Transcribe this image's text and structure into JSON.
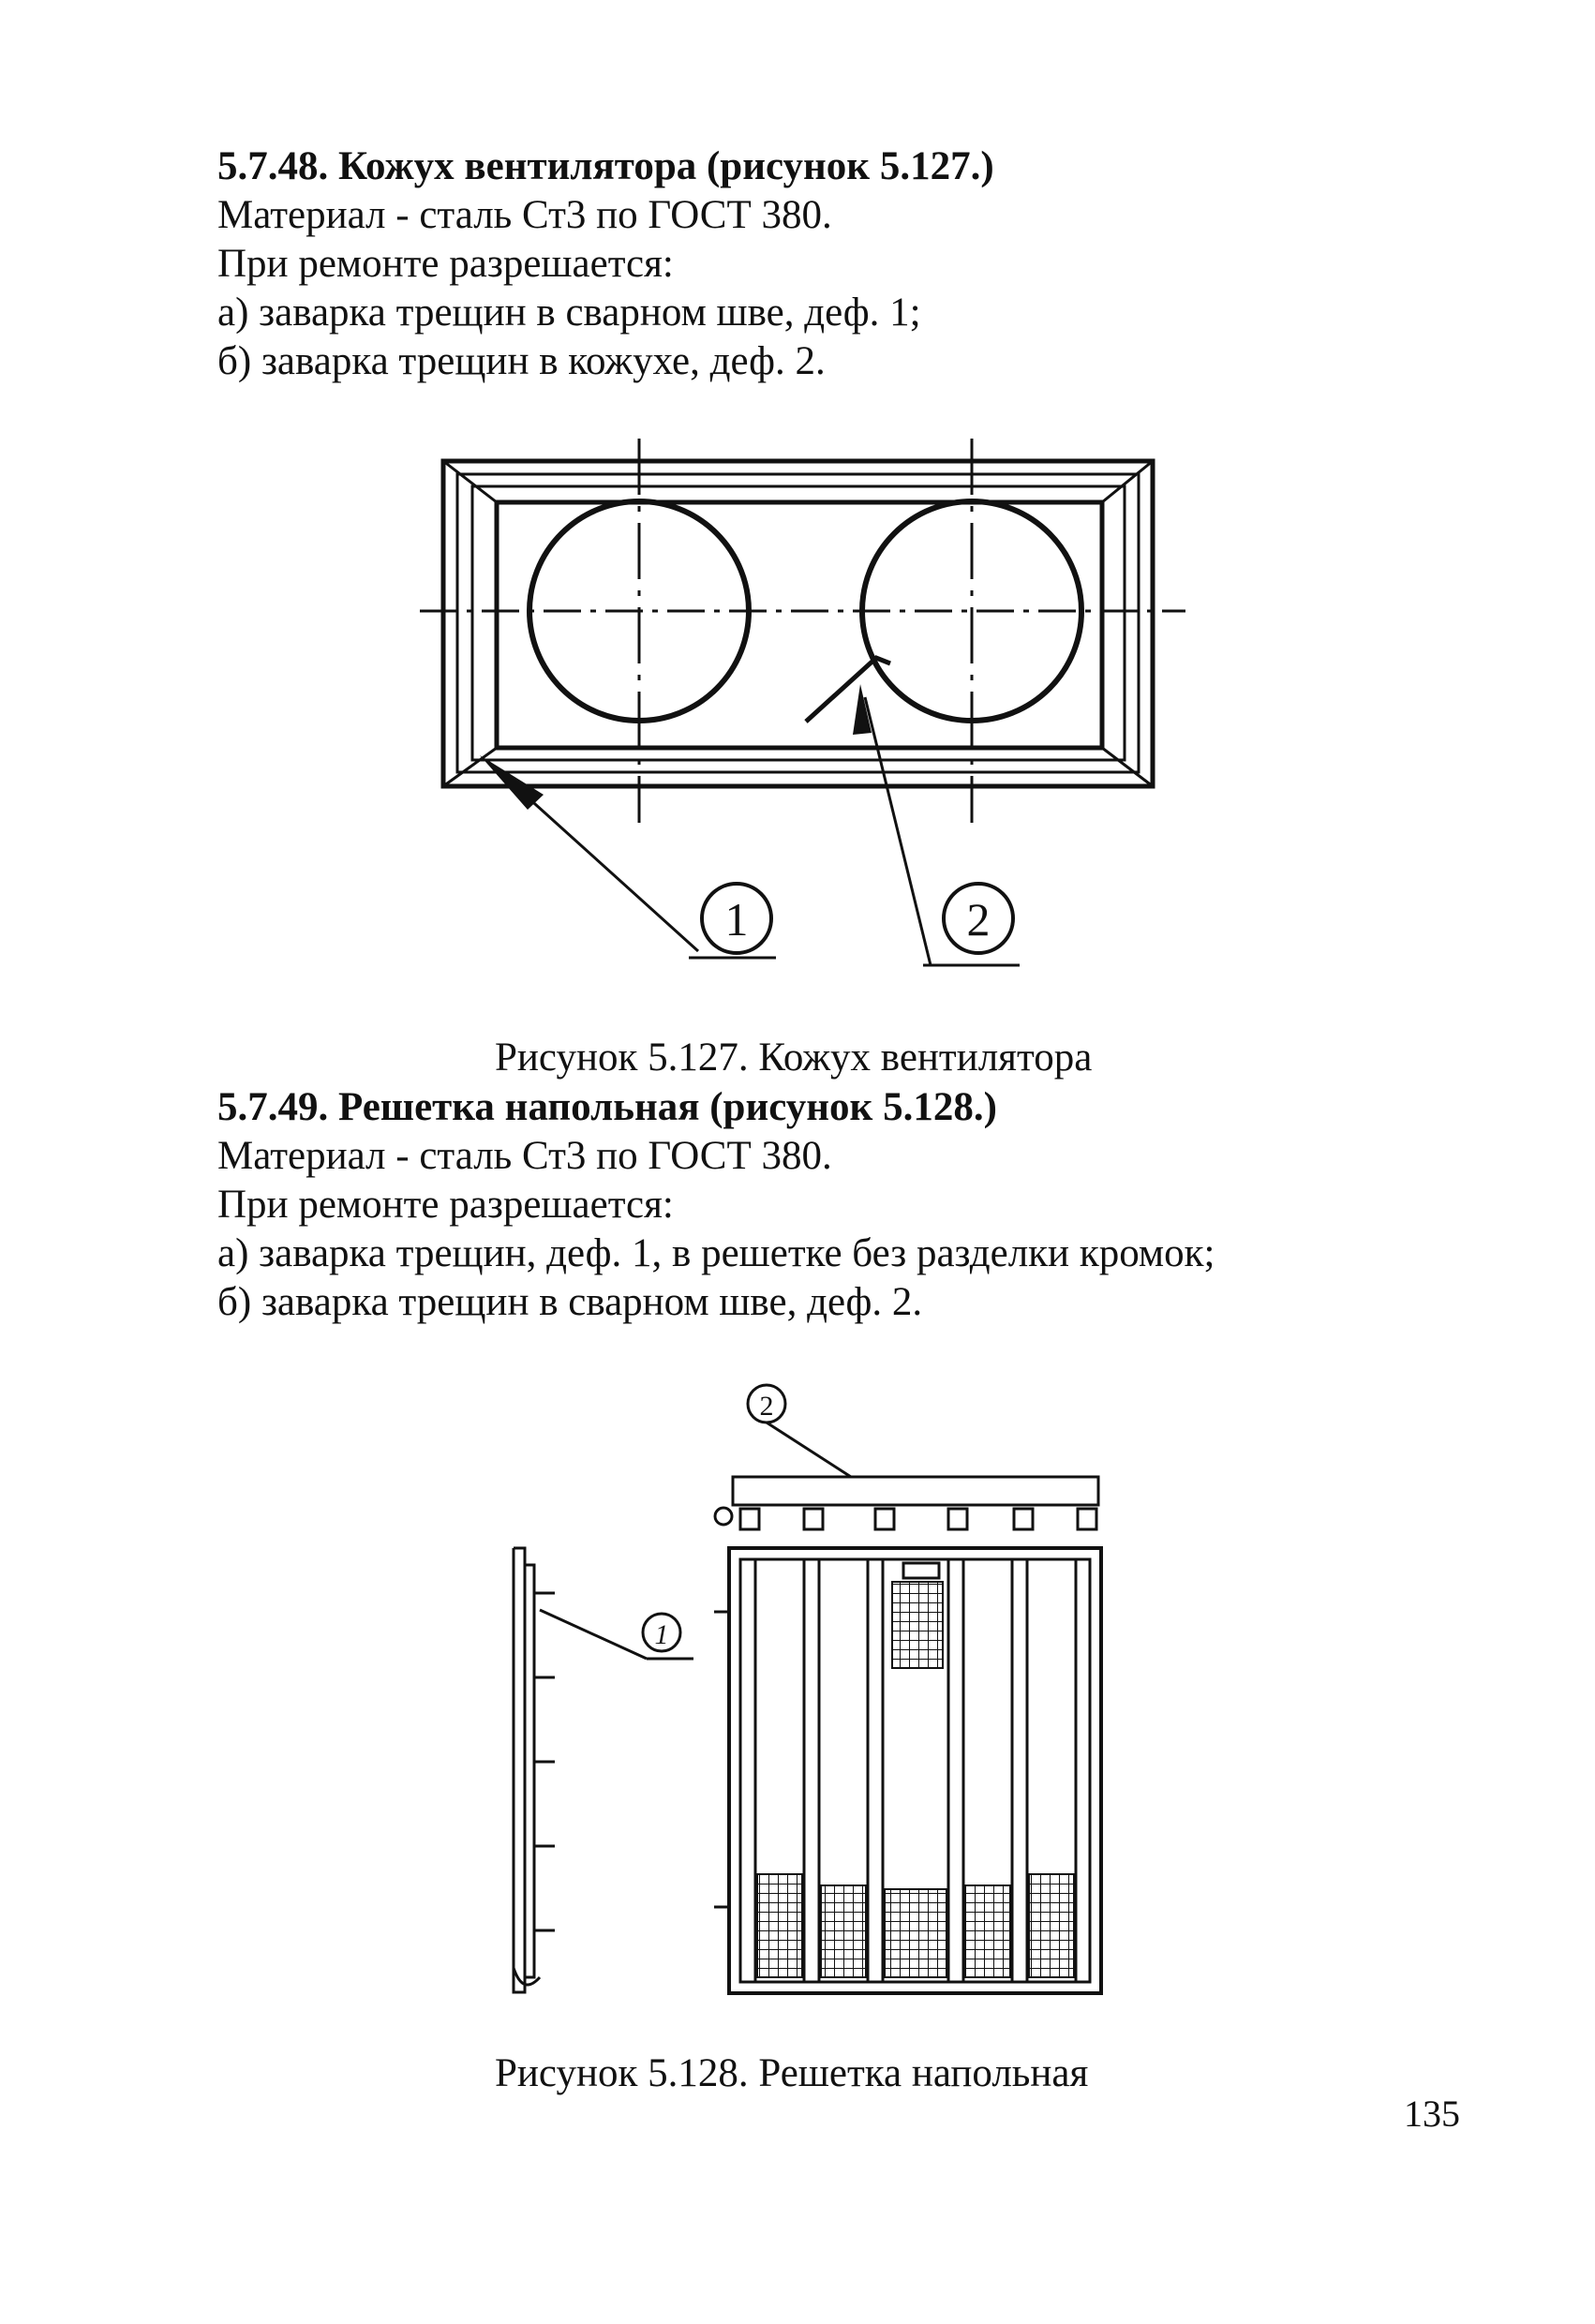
{
  "section1": {
    "heading": "5.7.48. Кожух вентилятора (рисунок 5.127.)",
    "lines": [
      "Материал - сталь Ст3 по ГОСТ 380.",
      "При ремонте разрешается:",
      "а) заварка трещин в сварном шве, деф. 1;",
      "б) заварка трещин в кожухе, деф. 2."
    ]
  },
  "figure1": {
    "callouts": [
      "1",
      "2"
    ],
    "caption": "Рисунок 5.127. Кожух вентилятора"
  },
  "section2": {
    "heading": "5.7.49. Решетка напольная (рисунок 5.128.)",
    "lines": [
      "Материал - сталь Ст3 по ГОСТ 380.",
      "При ремонте разрешается:",
      "а) заварка трещин, деф. 1, в решетке без разделки кромок;",
      "б) заварка трещин в сварном шве, деф. 2."
    ]
  },
  "figure2": {
    "callouts": [
      "1",
      "2"
    ],
    "caption": "Рисунок 5.128. Решетка напольная"
  },
  "page_number": "135"
}
